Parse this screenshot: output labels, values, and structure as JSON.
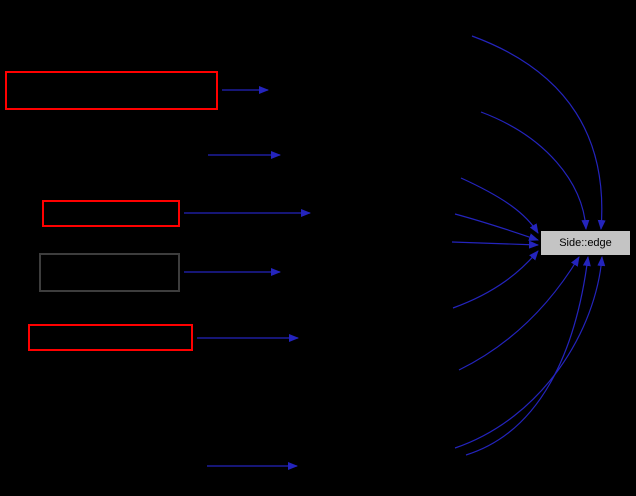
{
  "canvas": {
    "background": "#000000"
  },
  "colors": {
    "edge": "#2424bd",
    "red_border": "#ff0000",
    "dark_border": "#3d3d3d",
    "node_fill": "#c4c4c4",
    "node_text": "#000000"
  },
  "target_node": {
    "label": "Side::edge"
  },
  "boxes": [
    {
      "id": "box-1",
      "label": ""
    },
    {
      "id": "box-2",
      "label": ""
    },
    {
      "id": "box-3",
      "label": ""
    },
    {
      "id": "box-4",
      "label": ""
    }
  ]
}
